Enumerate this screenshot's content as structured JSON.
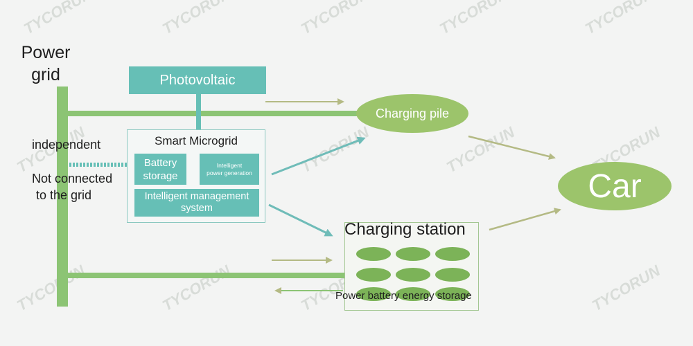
{
  "power_grid": {
    "line1": "Power",
    "line2": "grid"
  },
  "independent_label": "independent",
  "not_connected": {
    "line1": "Not connected",
    "line2": "to the grid"
  },
  "photovoltaic_label": "Photovoltaic",
  "microgrid": {
    "title": "Smart Microgrid",
    "battery_storage": {
      "line1": "Battery",
      "line2": "storage"
    },
    "power_generation": {
      "line1": "Intelligent",
      "line2": "power generation"
    },
    "management_system": {
      "line1": "Intelligent management",
      "line2": "system"
    }
  },
  "charging_pile_label": "Charging pile",
  "car_label": "Car",
  "charging_station": {
    "title": "Charging station",
    "storage_label": "Power battery energy storage"
  },
  "watermark": "TYCORUN",
  "colors": {
    "green": "#8cc474",
    "teal": "#66bfb6",
    "olive_arrow": "#b4ba84",
    "teal_arrow": "#6fbcb8"
  }
}
